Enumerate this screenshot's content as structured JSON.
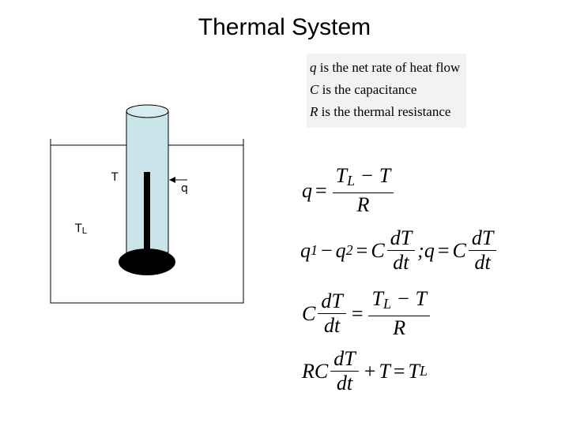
{
  "title": "Thermal System",
  "legend": [
    {
      "sym": "q",
      "text": " is the net rate of heat flow"
    },
    {
      "sym": "C",
      "text": " is the capacitance"
    },
    {
      "sym": "R",
      "text": " is the thermal resistance"
    }
  ],
  "labels": {
    "T": "T",
    "q": "q",
    "TL_main": "T",
    "TL_sub": "L"
  },
  "eq1": {
    "lhs": "q",
    "equals": "=",
    "num": "T",
    "num_sub": "L",
    "num_rest": " − T",
    "den": "R"
  },
  "eq2": {
    "q1": "q",
    "q1_sub": "1",
    "minus": "−",
    "q2": "q",
    "q2_sub": "2",
    "equals": "=",
    "C": "C",
    "num": "dT",
    "den": "dt",
    "sep": ";",
    "q": "q",
    "equals2": "=",
    "C2": "C",
    "num2": "dT",
    "den2": "dt"
  },
  "eq3": {
    "C": "C",
    "num": "dT",
    "den": "dt",
    "equals": "=",
    "rnum": "T",
    "rnum_sub": "L",
    "rnum_rest": " − T",
    "rden": "R"
  },
  "eq4": {
    "RC": "RC",
    "num": "dT",
    "den": "dt",
    "plus": "+",
    "T": "T",
    "equals": "=",
    "TL": "T",
    "TL_sub": "L"
  }
}
